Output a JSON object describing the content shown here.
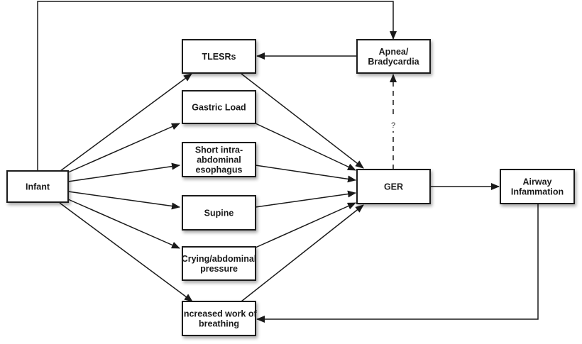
{
  "diagram": {
    "type": "flowchart",
    "nodes": [
      {
        "id": "infant",
        "label": [
          "Infant"
        ]
      },
      {
        "id": "tlesrs",
        "label": [
          "TLESRs"
        ]
      },
      {
        "id": "gastric",
        "label": [
          "Gastric Load"
        ]
      },
      {
        "id": "short",
        "label": [
          "Short intra-",
          "abdominal",
          "esophagus"
        ]
      },
      {
        "id": "supine",
        "label": [
          "Supine"
        ]
      },
      {
        "id": "crying",
        "label": [
          "Crying/abdominal",
          "pressure"
        ]
      },
      {
        "id": "work",
        "label": [
          "Increased work of",
          "breathing"
        ]
      },
      {
        "id": "apnea",
        "label": [
          "Apnea/",
          "Bradycardia"
        ]
      },
      {
        "id": "ger",
        "label": [
          "GER"
        ]
      },
      {
        "id": "airway",
        "label": [
          "Airway",
          "Infammation"
        ]
      }
    ],
    "edges": [
      {
        "from": "infant",
        "to": "tlesrs",
        "style": "solid"
      },
      {
        "from": "infant",
        "to": "gastric",
        "style": "solid"
      },
      {
        "from": "infant",
        "to": "short",
        "style": "solid"
      },
      {
        "from": "infant",
        "to": "supine",
        "style": "solid"
      },
      {
        "from": "infant",
        "to": "crying",
        "style": "solid"
      },
      {
        "from": "infant",
        "to": "work",
        "style": "solid"
      },
      {
        "from": "infant",
        "to": "apnea",
        "style": "solid",
        "routing": "over-top"
      },
      {
        "from": "tlesrs",
        "to": "ger",
        "style": "solid"
      },
      {
        "from": "gastric",
        "to": "ger",
        "style": "solid"
      },
      {
        "from": "short",
        "to": "ger",
        "style": "solid"
      },
      {
        "from": "supine",
        "to": "ger",
        "style": "solid"
      },
      {
        "from": "crying",
        "to": "ger",
        "style": "solid"
      },
      {
        "from": "work",
        "to": "ger",
        "style": "solid"
      },
      {
        "from": "apnea",
        "to": "tlesrs",
        "style": "solid"
      },
      {
        "from": "ger",
        "to": "apnea",
        "style": "dashed",
        "label": "?"
      },
      {
        "from": "ger",
        "to": "airway",
        "style": "solid"
      },
      {
        "from": "airway",
        "to": "work",
        "style": "solid",
        "routing": "under-bottom"
      }
    ]
  }
}
